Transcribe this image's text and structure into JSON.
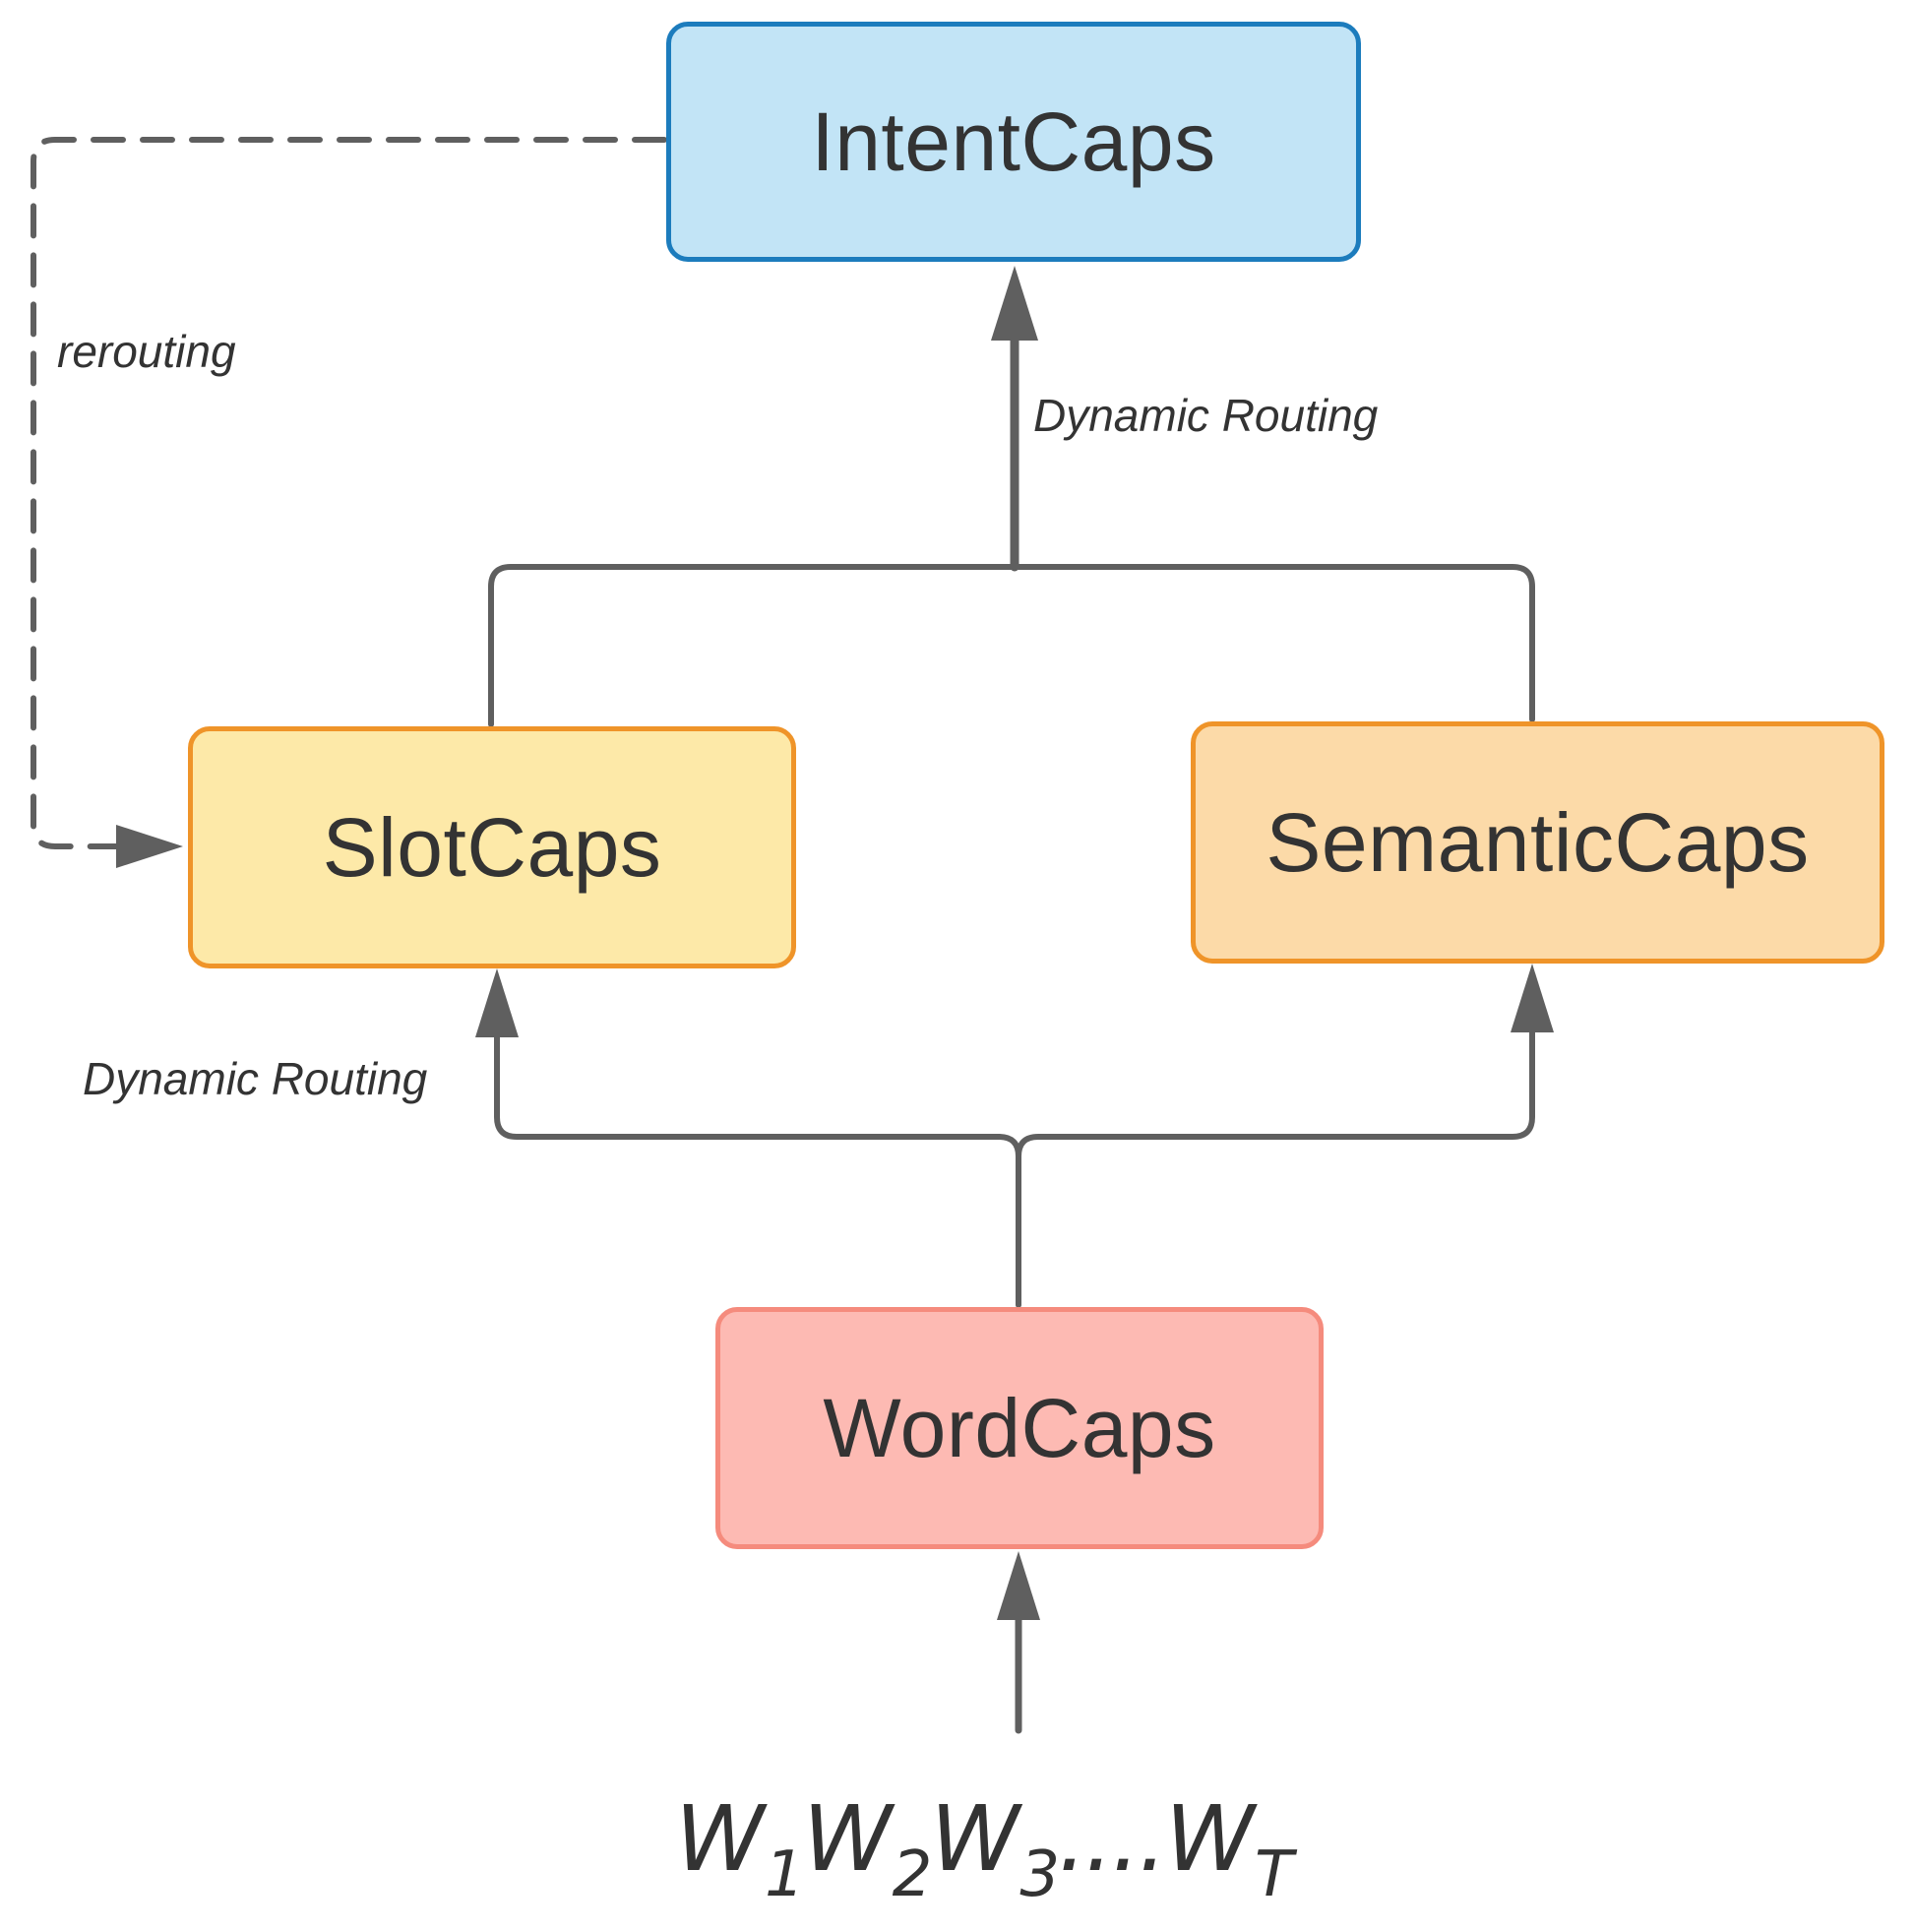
{
  "colors": {
    "connector": "#5f5f5f",
    "text": "#333333",
    "intent_fill": "#c2e4f6",
    "intent_border": "#1c7cbd",
    "slot_fill": "#fde9a8",
    "slot_border": "#ef9429",
    "semantic_fill": "#fcdaa8",
    "semantic_border": "#ef9429",
    "word_fill": "#fdbab3",
    "word_border": "#f58b7d"
  },
  "nodes": {
    "intent": {
      "label": "IntentCaps"
    },
    "slot": {
      "label": "SlotCaps"
    },
    "semantic": {
      "label": "SemanticCaps"
    },
    "word": {
      "label": "WordCaps"
    }
  },
  "edges": {
    "rerouting_label": "rerouting",
    "dynamic_routing_top_label": "Dynamic Routing",
    "dynamic_routing_bottom_label": "Dynamic Routing"
  },
  "input_sequence": {
    "tokens": [
      {
        "base": "W",
        "sub": "1"
      },
      {
        "base": "W",
        "sub": "2"
      },
      {
        "base": "W",
        "sub": "3"
      },
      {
        "base": "....",
        "sub": ""
      },
      {
        "base": "W",
        "sub": "T"
      }
    ]
  }
}
